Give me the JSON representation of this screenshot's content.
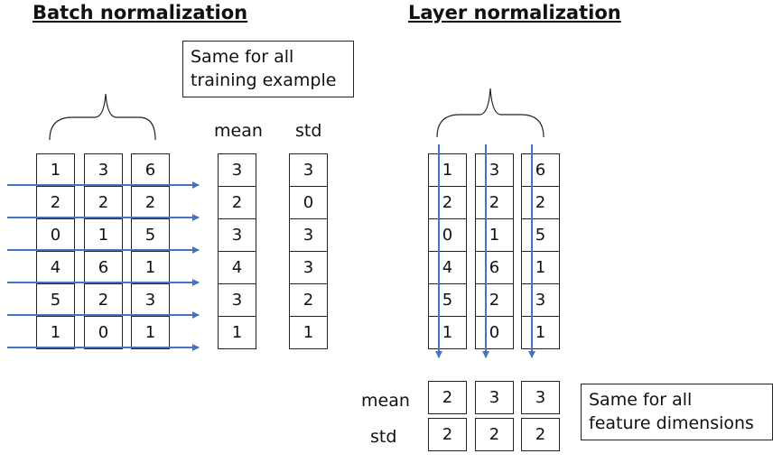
{
  "batch": {
    "title": "Batch normalization",
    "note": [
      "Same for all",
      "training example"
    ],
    "matrix": [
      [
        1,
        3,
        6
      ],
      [
        2,
        2,
        2
      ],
      [
        0,
        1,
        5
      ],
      [
        4,
        6,
        1
      ],
      [
        5,
        2,
        3
      ],
      [
        1,
        0,
        1
      ]
    ],
    "mean_label": "mean",
    "std_label": "std",
    "mean": [
      3,
      2,
      3,
      4,
      3,
      1
    ],
    "std": [
      3,
      0,
      3,
      3,
      2,
      1
    ]
  },
  "layer": {
    "title": "Layer normalization",
    "note": [
      "Same for all",
      "feature dimensions"
    ],
    "matrix": [
      [
        1,
        3,
        6
      ],
      [
        2,
        2,
        2
      ],
      [
        0,
        1,
        5
      ],
      [
        4,
        6,
        1
      ],
      [
        5,
        2,
        3
      ],
      [
        1,
        0,
        1
      ]
    ],
    "mean_label": "mean",
    "std_label": "std",
    "mean": [
      2,
      3,
      3
    ],
    "std": [
      2,
      2,
      2
    ]
  },
  "colors": {
    "arrow": "#4472c4",
    "border": "#222222"
  }
}
